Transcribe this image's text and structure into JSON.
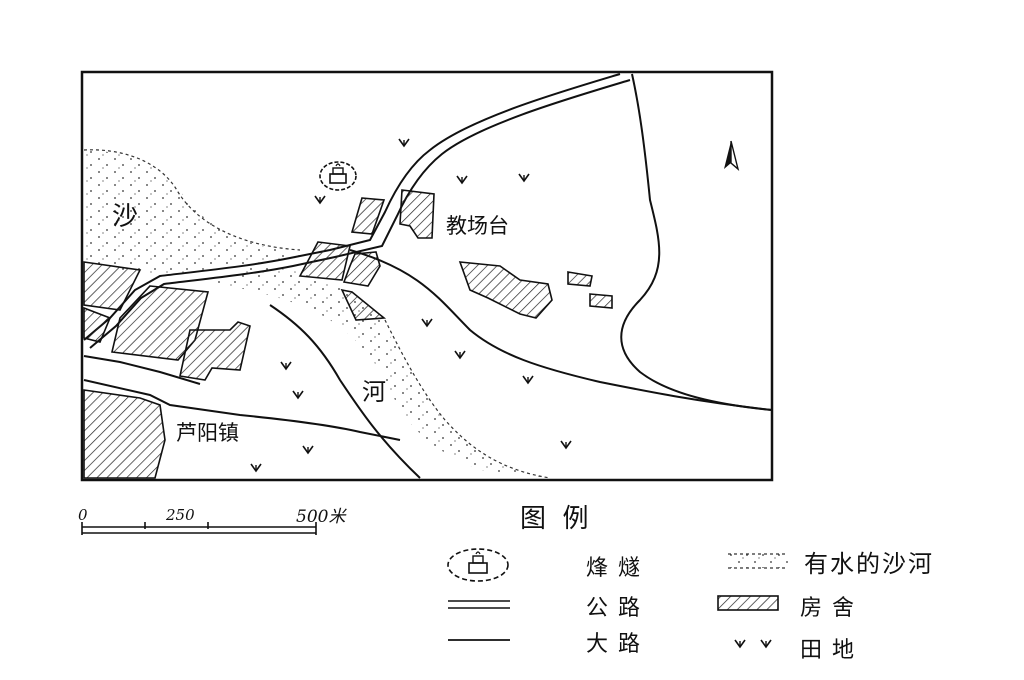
{
  "map": {
    "place_labels": {
      "sha": "沙",
      "jiaochangtai": "教场台",
      "he": "河",
      "luyangzhen": "芦阳镇"
    },
    "north_arrow": "north-arrow-icon"
  },
  "scale_bar": {
    "tick_0": "0",
    "tick_250": "250",
    "tick_500": "500米"
  },
  "legend": {
    "title": "图  例",
    "items": [
      {
        "symbol": "beacon-tower-icon",
        "label": "烽燧"
      },
      {
        "symbol": "river-with-water-icon",
        "label": "有水的沙河"
      },
      {
        "symbol": "highway-double-line-icon",
        "label": "公路"
      },
      {
        "symbol": "building-hatch-icon",
        "label": "房舍"
      },
      {
        "symbol": "main-road-single-line-icon",
        "label": "大路"
      },
      {
        "symbol": "farmland-icon",
        "label": "田地"
      }
    ]
  }
}
